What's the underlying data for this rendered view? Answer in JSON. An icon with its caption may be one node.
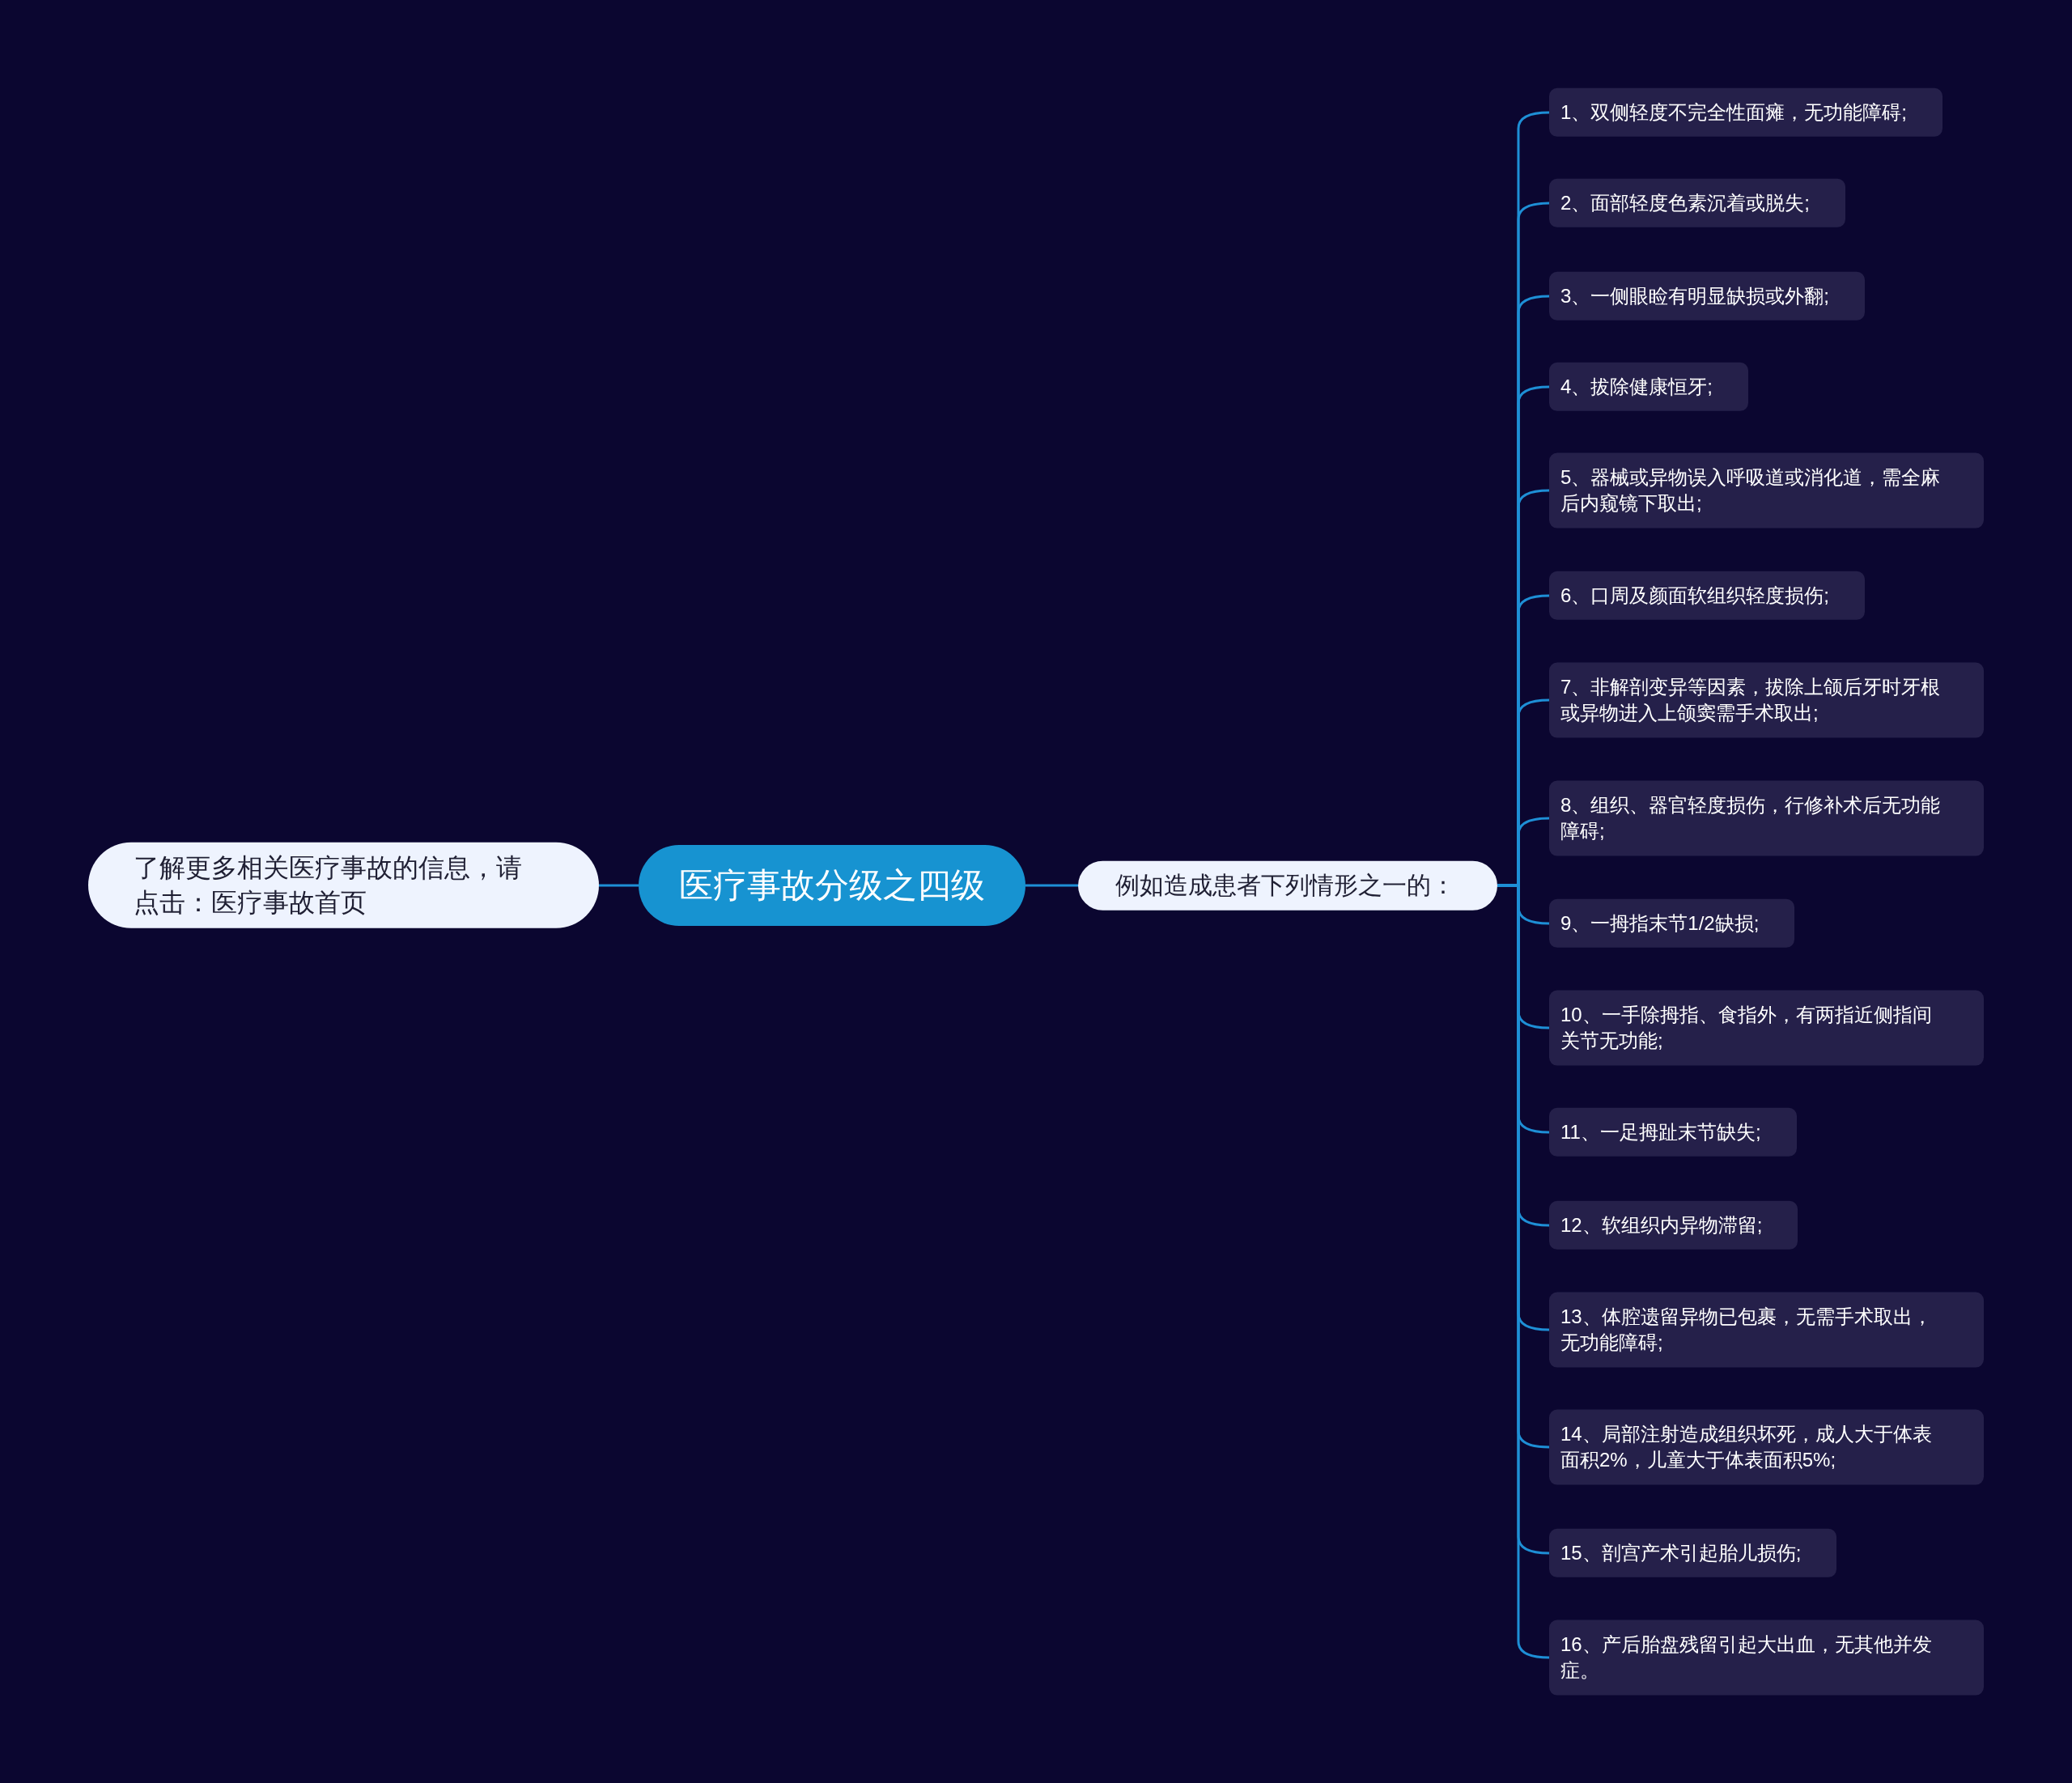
{
  "diagram": {
    "nodes": [
      {
        "text": [
          "医疗事故分级之四级"
        ]
      },
      {
        "text": [
          "了解更多相关医疗事故的信息，请点击：医疗事故首页"
        ]
      },
      {
        "text": [
          "例如造成患者下列情形之一的："
        ]
      },
      {
        "text": [
          "1、双侧轻度不完全性面瘫，无功能障碍;"
        ]
      },
      {
        "text": [
          "2、面部轻度色素沉着或脱失;"
        ]
      },
      {
        "text": [
          "3、一侧眼睑有明显缺损或外翻;"
        ]
      },
      {
        "text": [
          "4、拔除健康恒牙;"
        ]
      },
      {
        "text": [
          "5、器械或异物误入呼吸道或消化道，需全麻后内窥镜下取出;"
        ]
      },
      {
        "text": [
          "6、口周及颜面软组织轻度损伤;"
        ]
      },
      {
        "text": [
          "7、非解剖变异等因素，拔除上颌后牙时牙根或异物进入上颌窦需手术取出;"
        ]
      },
      {
        "text": [
          "8、组织、器官轻度损伤，行修补术后无功能障碍;"
        ]
      },
      {
        "text": [
          "9、一拇指末节1/2缺损;"
        ]
      },
      {
        "text": [
          "10、一手除拇指、食指外，有两指近侧指间关节无功能;"
        ]
      },
      {
        "text": [
          "11、一足拇趾末节缺失;"
        ]
      },
      {
        "text": [
          "12、软组织内异物滞留;"
        ]
      },
      {
        "text": [
          "13、体腔遗留异物已包裹，无需手术取出，无功能障碍;"
        ]
      },
      {
        "text": [
          "14、局部注射造成组织坏死，成人大于体表面积2%，儿童大于体表面积5%;"
        ]
      },
      {
        "text": [
          "15、剖宫产术引起胎儿损伤;"
        ]
      },
      {
        "text": [
          "16、产后胎盘残留引起大出血，无其他并发症。"
        ]
      }
    ],
    "edges": [
      {
        "from": 0,
        "to": 1,
        "arrow": "none"
      },
      {
        "from": 0,
        "to": 2,
        "arrow": "none"
      },
      {
        "from": 2,
        "to": 3,
        "arrow": "none"
      },
      {
        "from": 2,
        "to": 4,
        "arrow": "none"
      },
      {
        "from": 2,
        "to": 5,
        "arrow": "none"
      },
      {
        "from": 2,
        "to": 6,
        "arrow": "none"
      },
      {
        "from": 2,
        "to": 7,
        "arrow": "none"
      },
      {
        "from": 2,
        "to": 8,
        "arrow": "none"
      },
      {
        "from": 2,
        "to": 9,
        "arrow": "none"
      },
      {
        "from": 2,
        "to": 10,
        "arrow": "none"
      },
      {
        "from": 2,
        "to": 11,
        "arrow": "none"
      },
      {
        "from": 2,
        "to": 12,
        "arrow": "none"
      },
      {
        "from": 2,
        "to": 13,
        "arrow": "none"
      },
      {
        "from": 2,
        "to": 14,
        "arrow": "none"
      },
      {
        "from": 2,
        "to": 15,
        "arrow": "none"
      },
      {
        "from": 2,
        "to": 16,
        "arrow": "none"
      },
      {
        "from": 2,
        "to": 17,
        "arrow": "none"
      },
      {
        "from": 2,
        "to": 18,
        "arrow": "none"
      }
    ]
  }
}
